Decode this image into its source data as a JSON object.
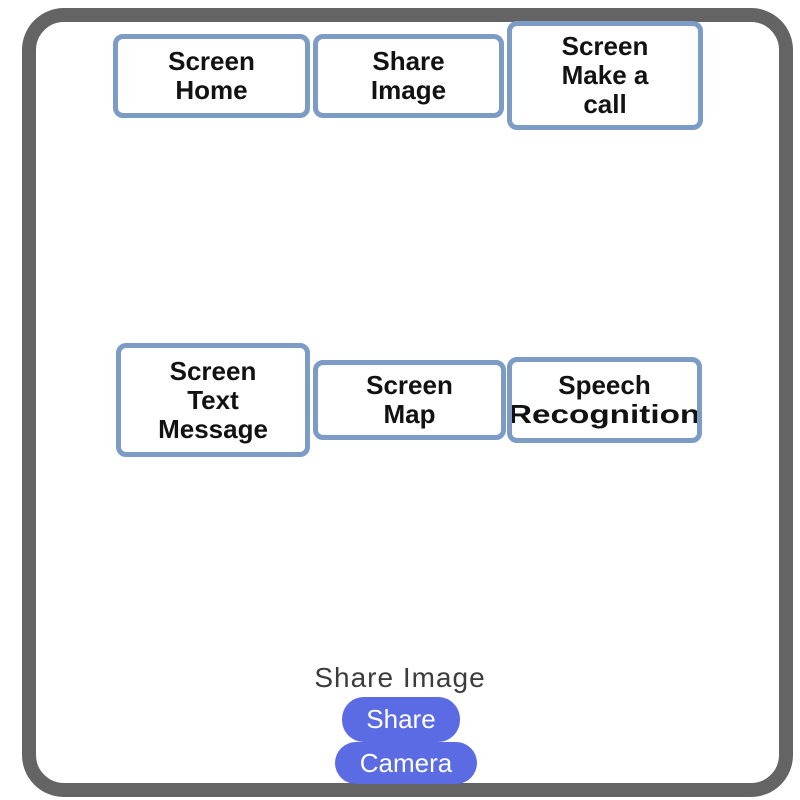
{
  "colors": {
    "frame_color": "#646464",
    "box_border": "#7D9CC5",
    "box_text": "#121212",
    "title_color": "#3c3c3c",
    "button_bg": "#5A6BE4",
    "button_text": "#ffffff"
  },
  "nav": [
    {
      "label": "Screen Home",
      "lines": [
        "Screen",
        "Home"
      ]
    },
    {
      "label": "Share Image",
      "lines": [
        "Share",
        "Image"
      ]
    },
    {
      "label": "Screen Make a call",
      "lines": [
        "Screen",
        "Make a",
        "call"
      ]
    },
    {
      "label": "Screen Text Message",
      "lines": [
        "Screen",
        "Text",
        "Message"
      ]
    },
    {
      "label": "Screen Map",
      "lines": [
        "Screen",
        "Map"
      ]
    },
    {
      "label": "Speech Recognition",
      "lines": [
        "Speech",
        "Recognition"
      ]
    }
  ],
  "bottom": {
    "title": "Share Image",
    "buttons": [
      {
        "label": "Share"
      },
      {
        "label": "Camera"
      }
    ]
  }
}
